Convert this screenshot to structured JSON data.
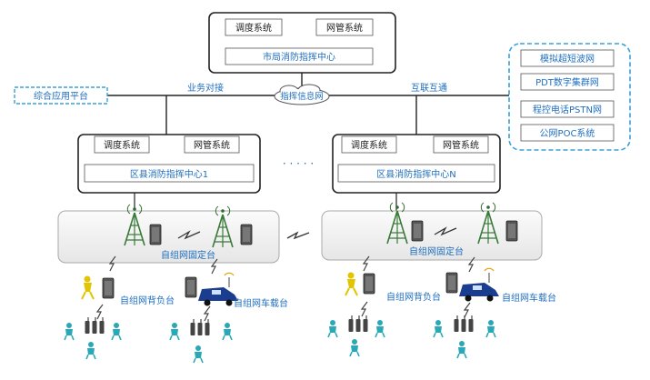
{
  "city_center": {
    "dispatch_label": "调度系统",
    "netmgmt_label": "网管系统",
    "name": "市局消防指挥中心"
  },
  "info_network": "指挥信息网",
  "business_link": "业务对接",
  "interconnect": "互联互通",
  "integrated_platform": "综合应用平台",
  "external_networks": [
    "模拟超短波网",
    "PDT数字集群网",
    "程控电话PSTN网",
    "公网POC系统"
  ],
  "district_left": {
    "dispatch_label": "调度系统",
    "netmgmt_label": "网管系统",
    "name": "区县消防指挥中心1"
  },
  "district_right": {
    "dispatch_label": "调度系统",
    "netmgmt_label": "网管系统",
    "name": "区县消防指挥中心N"
  },
  "ellipsis": "· · · · ·",
  "adhoc_fixed_label": "自组网固定台",
  "adhoc_backpack_label": "自组网背负台",
  "adhoc_vehicle_label": "自组网车载台",
  "colors": {
    "box_border": "#222222",
    "label_blue": "#1f6fbf",
    "dashed_blue": "#3aa0d8",
    "tower_green": "#3a7a3a",
    "vehicle_blue": "#1a3d8f",
    "person_teal": "#2aa8b8"
  }
}
